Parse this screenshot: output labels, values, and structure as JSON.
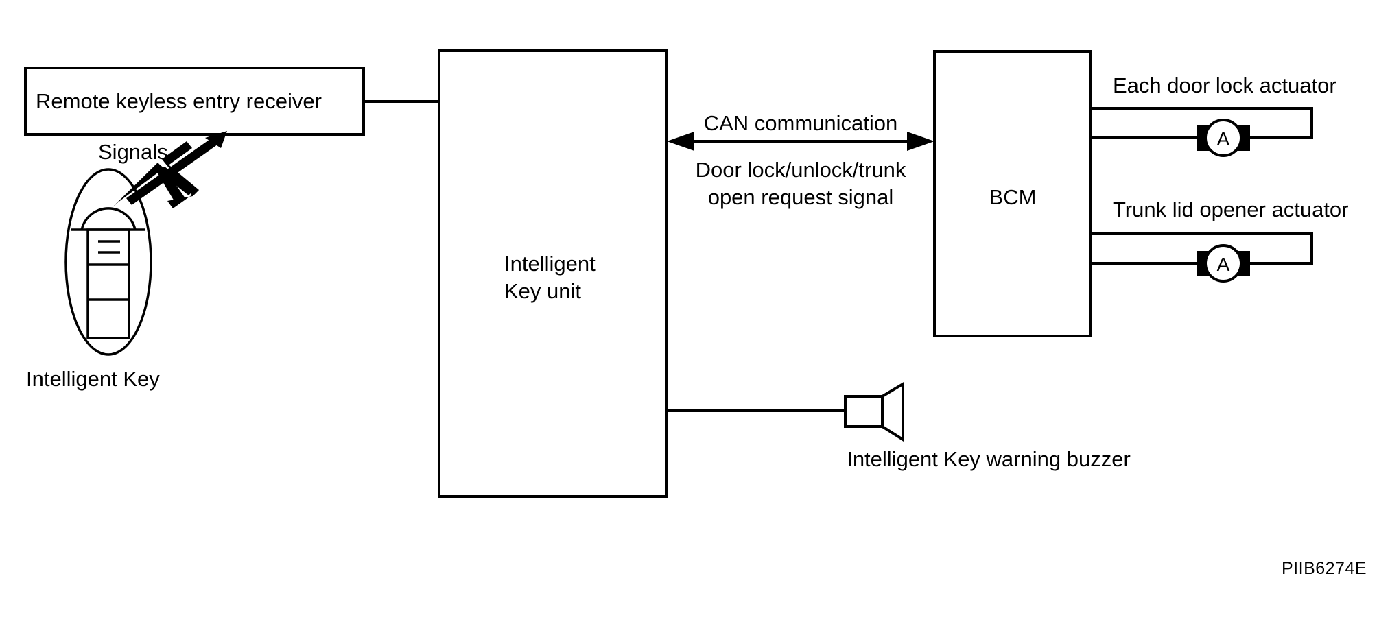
{
  "diagram": {
    "figure_code": "PIIB6274E",
    "blocks": {
      "receiver": {
        "label": "Remote keyless entry receiver"
      },
      "ik_unit": {
        "label_line1": "Intelligent",
        "label_line2": "Key unit"
      },
      "bcm": {
        "label": "BCM"
      }
    },
    "key_fob": {
      "caption": "Intelligent Key",
      "signal_label": "Signals"
    },
    "bus": {
      "title": "CAN communication",
      "signal_line1": "Door lock/unlock/trunk",
      "signal_line2": "open request signal"
    },
    "outputs": [
      {
        "label": "Each door lock actuator",
        "symbol": "A"
      },
      {
        "label": "Trunk lid opener actuator",
        "symbol": "A"
      }
    ],
    "buzzer": {
      "label": "Intelligent Key warning buzzer"
    },
    "colors": {
      "stroke": "#000000",
      "background": "#ffffff"
    }
  }
}
